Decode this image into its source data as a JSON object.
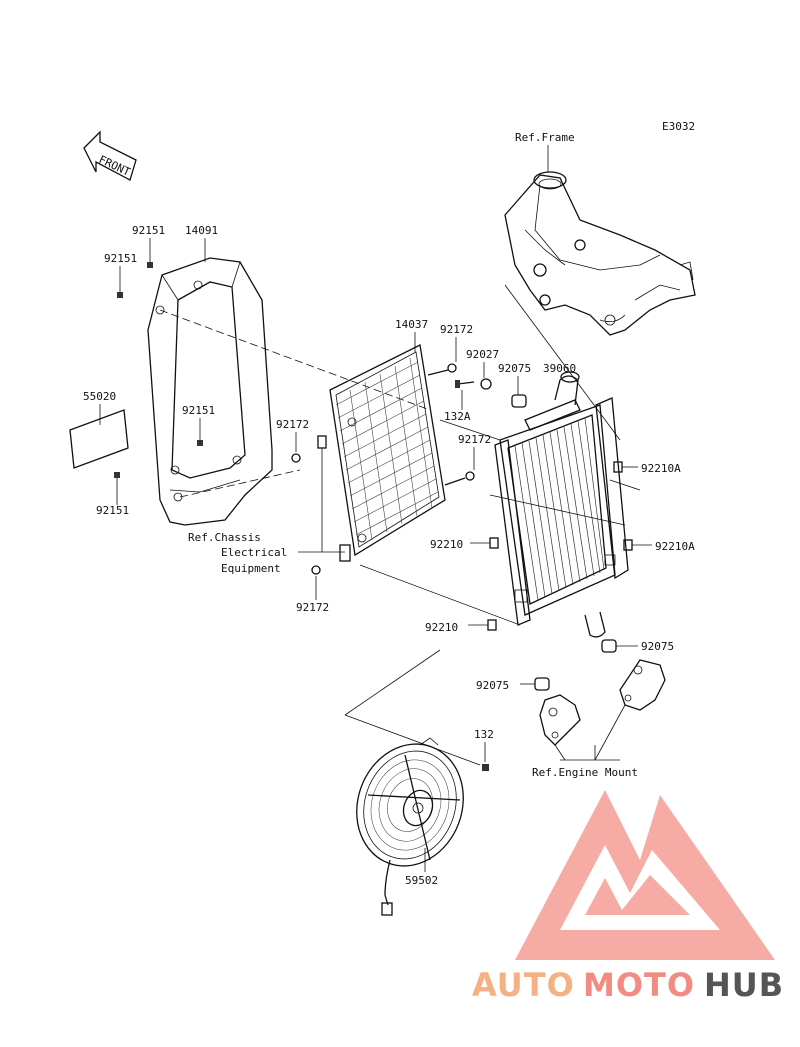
{
  "diagram_code": "E3032",
  "front_label": "FRONT",
  "labels": {
    "ref_frame": "Ref.Frame",
    "p14091": "14091",
    "p92151_a": "92151",
    "p92151_b": "92151",
    "p92151_c": "92151",
    "p92151_d": "92151",
    "p55020": "55020",
    "p14037": "14037",
    "p92172_a": "92172",
    "p92172_b": "92172",
    "p92172_c": "92172",
    "p92172_d": "92172",
    "p92027": "92027",
    "p92075_a": "92075",
    "p92075_b": "92075",
    "p92075_c": "92075",
    "p39060": "39060",
    "p132a": "132A",
    "p92210a_a": "92210A",
    "p92210a_b": "92210A",
    "p92210_a": "92210",
    "p92210_b": "92210",
    "ref_chassis_1": "Ref.Chassis",
    "ref_chassis_2": "Electrical",
    "ref_chassis_3": "Equipment",
    "p132": "132",
    "ref_engine_mount": "Ref.Engine Mount",
    "p59502": "59502"
  },
  "watermark": {
    "part1": "AUTO",
    "part2": "MOTO",
    "part3": "HUB",
    "color_primary": "#f28b82",
    "color_accent": "#f4b183",
    "color_dark": "#555555"
  }
}
